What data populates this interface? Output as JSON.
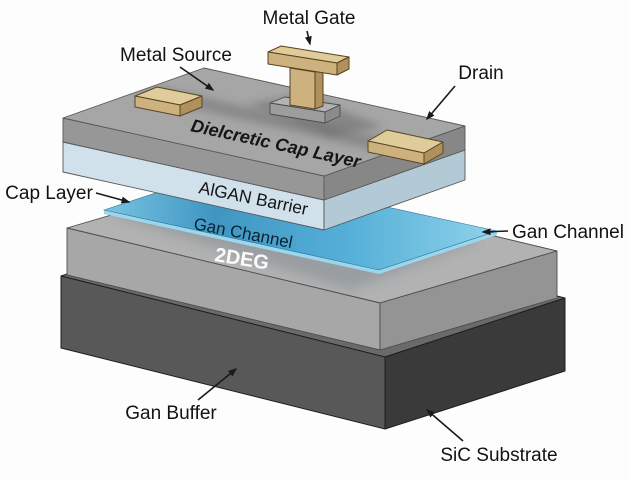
{
  "figure": {
    "callouts": {
      "metal_gate": "Metal Gate",
      "metal_source": "Metal Source",
      "drain": "Drain",
      "cap_layer": "Cap Layer",
      "gan_channel": "Gan Channel",
      "gan_buffer": "Gan Buffer",
      "sic_substrate": "SiC Substrate"
    },
    "layer_text": {
      "dielectric_cap": "Dielcretic Cap Layer",
      "algan_barrier": "AlGAN Barrier",
      "gan_channel": "Gan Channel",
      "two_deg": "2DEG"
    },
    "colors": {
      "background": "#fdfdfd",
      "cap_top": "#a6a6a6",
      "cap_front": "#979797",
      "cap_side": "#878787",
      "algan_front": "#d0e1eb",
      "algan_side": "#b4c9d6",
      "sheet_grad_0": "#79c4e2",
      "sheet_grad_1": "#3f96c2",
      "sheet_grad_2": "#55afd8",
      "sheet_grad_3": "#8fd2ea",
      "sheet_edge": "#9bd6ec",
      "buffer_top": "#b2b2b2",
      "buffer_front": "#a7a7a7",
      "buffer_side": "#949494",
      "substrate_top": "#6a6a6a",
      "substrate_front": "#585858",
      "substrate_side": "#3a3a3a",
      "metal_top": "#e0cb9b",
      "metal_front": "#cdb17e",
      "metal_side": "#b0905c",
      "pedestal_top": "#b3b3b3",
      "pedestal_front": "#9d9d9d",
      "pedestal_side": "#8b8b8b",
      "label_ink": "#121212",
      "two_deg_ink": "#ffffff",
      "channel_ink": "#0b2130"
    }
  }
}
